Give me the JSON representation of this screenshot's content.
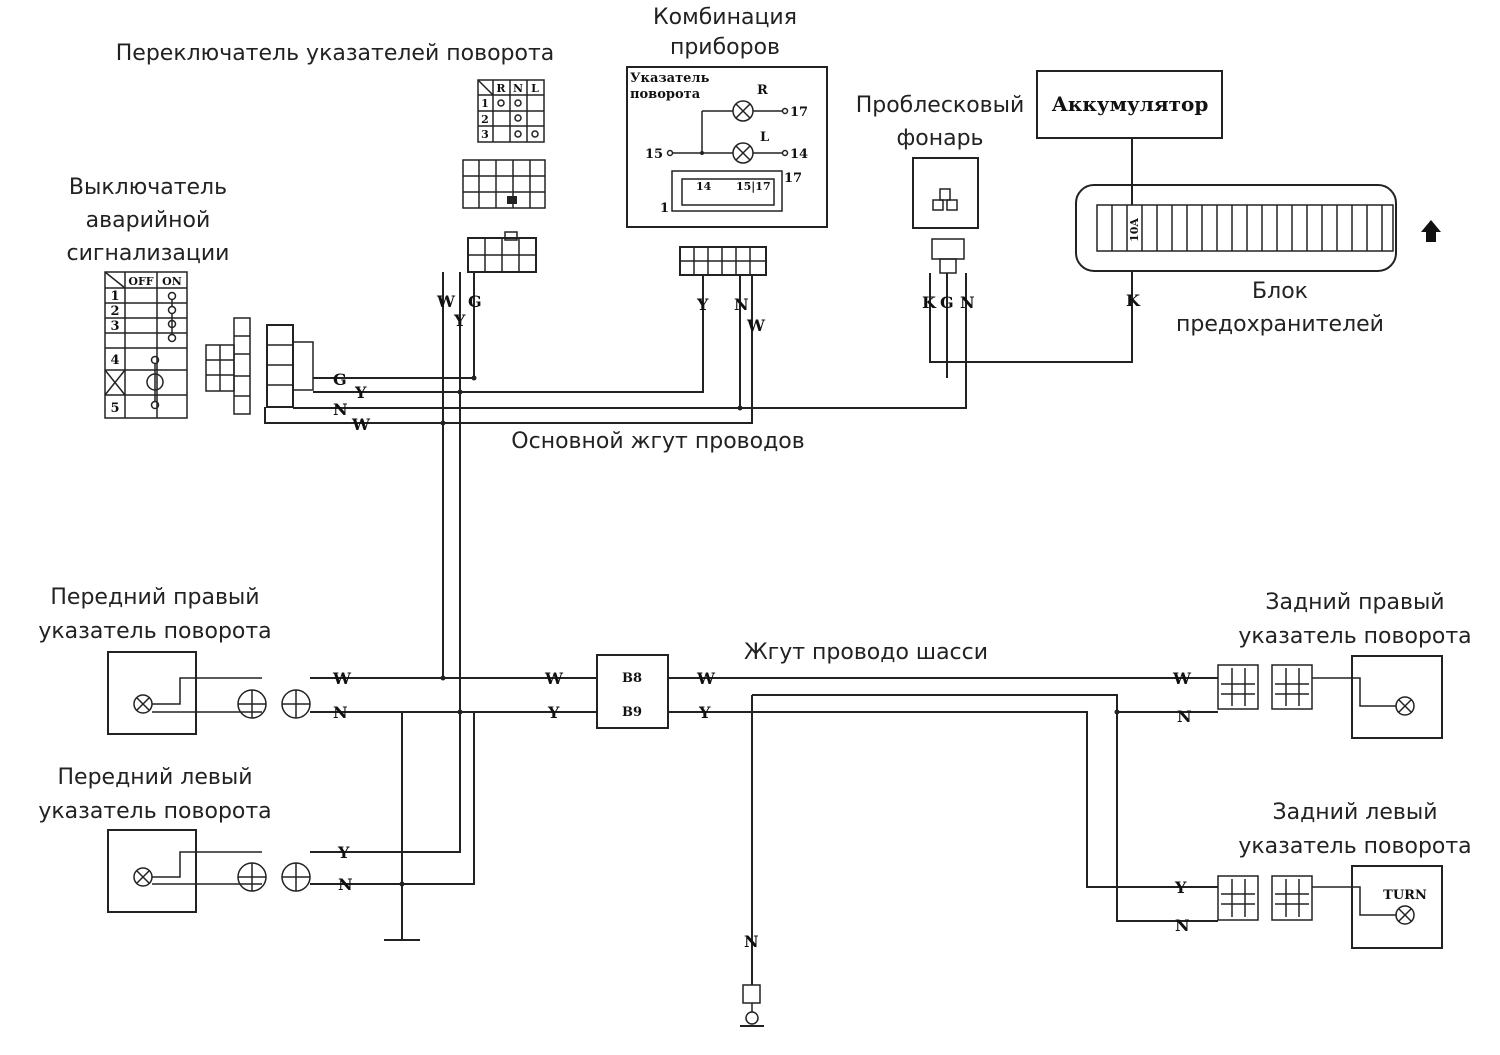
{
  "labels": {
    "turn_switch": "Переключатель указателей поворота",
    "cluster_1": "Комбинация",
    "cluster_2": "приборов",
    "flasher_1": "Проблесковый",
    "flasher_2": "фонарь",
    "battery": "Аккумулятор",
    "hazard_1": "Выключатель",
    "hazard_2": "аварийной",
    "hazard_3": "сигнализации",
    "fuse_1": "Блок",
    "fuse_2": "предохранителей",
    "main_harness": "Основной жгут проводов",
    "chassis_harness": "Жгут проводо шасси",
    "front_right_1": "Передний правый",
    "front_right_2": "указатель поворота",
    "front_left_1": "Передний левый",
    "front_left_2": "указатель поворота",
    "rear_right_1": "Задний правый",
    "rear_right_2": "указатель поворота",
    "rear_left_1": "Задний левый",
    "rear_left_2": "указатель поворота"
  },
  "cluster": {
    "inner_1": "Указатель",
    "inner_2": "поворота",
    "R": "R",
    "L": "L",
    "p17a": "17",
    "p14": "14",
    "p15": "15",
    "p17b": "17",
    "p1": "1",
    "conn_a": "14",
    "conn_b": "15|17"
  },
  "switch_table": {
    "R": "R",
    "N": "N",
    "L": "L",
    "r1": "1",
    "r2": "2",
    "r3": "3"
  },
  "hazard_table": {
    "off": "OFF",
    "on": "ON",
    "r1": "1",
    "r2": "2",
    "r3": "3",
    "r4": "4",
    "r5": "5"
  },
  "fuse_slot": "10A",
  "wires": {
    "G": "G",
    "Y": "Y",
    "N": "N",
    "W": "W",
    "K": "K"
  },
  "junction": {
    "b8": "B8",
    "b9": "B9"
  },
  "rear_left_tag": "TURN"
}
